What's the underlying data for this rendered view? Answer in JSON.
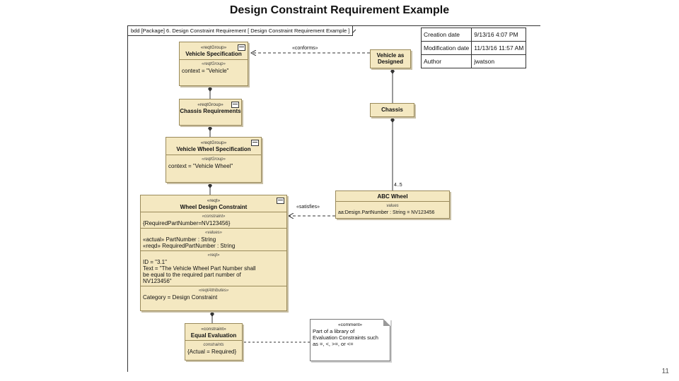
{
  "slide": {
    "title": "Design Constraint Requirement Example",
    "page_number": "11"
  },
  "frame": {
    "header": "bdd [Package] 6. Design Constraint Requirement [ Design Constraint Requirement Example ]"
  },
  "info_table": [
    {
      "key": "Creation date",
      "value": "9/13/16 4:07 PM"
    },
    {
      "key": "Modification date",
      "value": "11/13/16 11:57 AM"
    },
    {
      "key": "Author",
      "value": "jwatson"
    }
  ],
  "boxes": {
    "vehicle_spec": {
      "stereotype": "«reqtGroup»",
      "name": "Vehicle Specification",
      "sect_title": "«reqtGroup»",
      "context": "context = \"Vehicle\""
    },
    "chassis_req": {
      "stereotype": "«reqtGroup»",
      "name": "Chassis Requirements"
    },
    "wheel_spec": {
      "stereotype": "«reqtGroup»",
      "name": "Vehicle Wheel Specification",
      "sect_title": "«reqtGroup»",
      "context": "context = \"Vehicle Wheel\""
    },
    "wheel_constraint": {
      "stereotype": "«reqt»",
      "name": "Wheel Design Constraint",
      "sect1_title": "«constraint»",
      "sect1_line": "{RequiredPartNumber=NV123456}",
      "sect2_title": "«values»",
      "sect2_lines": [
        "«actual» PartNumber : String",
        "«reqd» RequiredPartNumber : String"
      ],
      "sect3_title": "«reqt»",
      "sect3_lines": [
        "ID = \"3.1\"",
        "Text = \"The Vehicle Wheel Part Number shall",
        "be equal to the required part number of",
        "NV123456\""
      ],
      "sect4_title": "«reqtAttributes»",
      "sect4_line": "Category = Design Constraint"
    },
    "vehicle_designed": {
      "name": "Vehicle as Designed"
    },
    "chassis": {
      "name": "Chassis"
    },
    "abc_wheel": {
      "name": "ABC Wheel",
      "sect_title": "values",
      "value_line": "aa:Design.PartNumber : String = NV123456"
    },
    "equal_eval": {
      "stereotype": "«constraint»",
      "name": "Equal Evaluation",
      "sect_title": "constraints",
      "line": "{Actual = Required}"
    }
  },
  "note": {
    "stereotype": "«comment»",
    "lines": [
      "Part of a library of",
      "Evaluation Constraints such",
      "as =, <, >=, or <="
    ]
  },
  "connectors": {
    "conforms": "«conforms»",
    "satisfies": "«satisfies»",
    "multiplicity": "4..5"
  }
}
